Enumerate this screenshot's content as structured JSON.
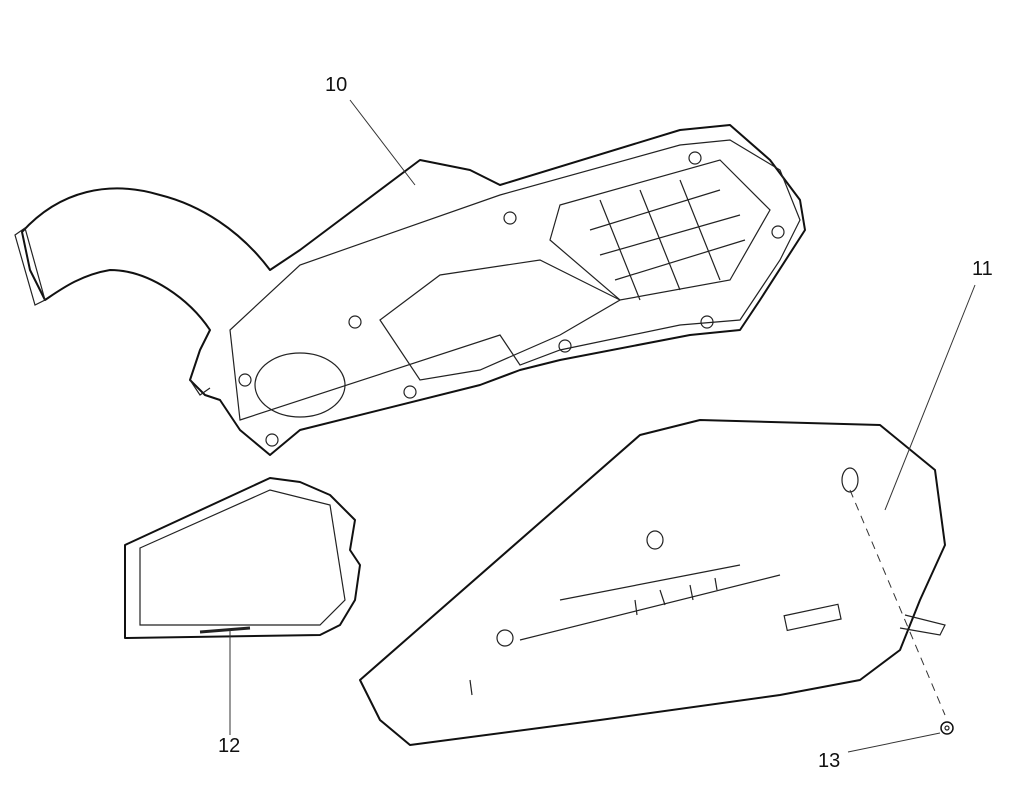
{
  "diagram": {
    "callouts": [
      {
        "number": "10",
        "part": "airbox-housing"
      },
      {
        "number": "11",
        "part": "airbox-cover"
      },
      {
        "number": "12",
        "part": "air-filter-element"
      },
      {
        "number": "13",
        "part": "screw"
      }
    ],
    "line_color": "#111111",
    "background": "#ffffff"
  }
}
